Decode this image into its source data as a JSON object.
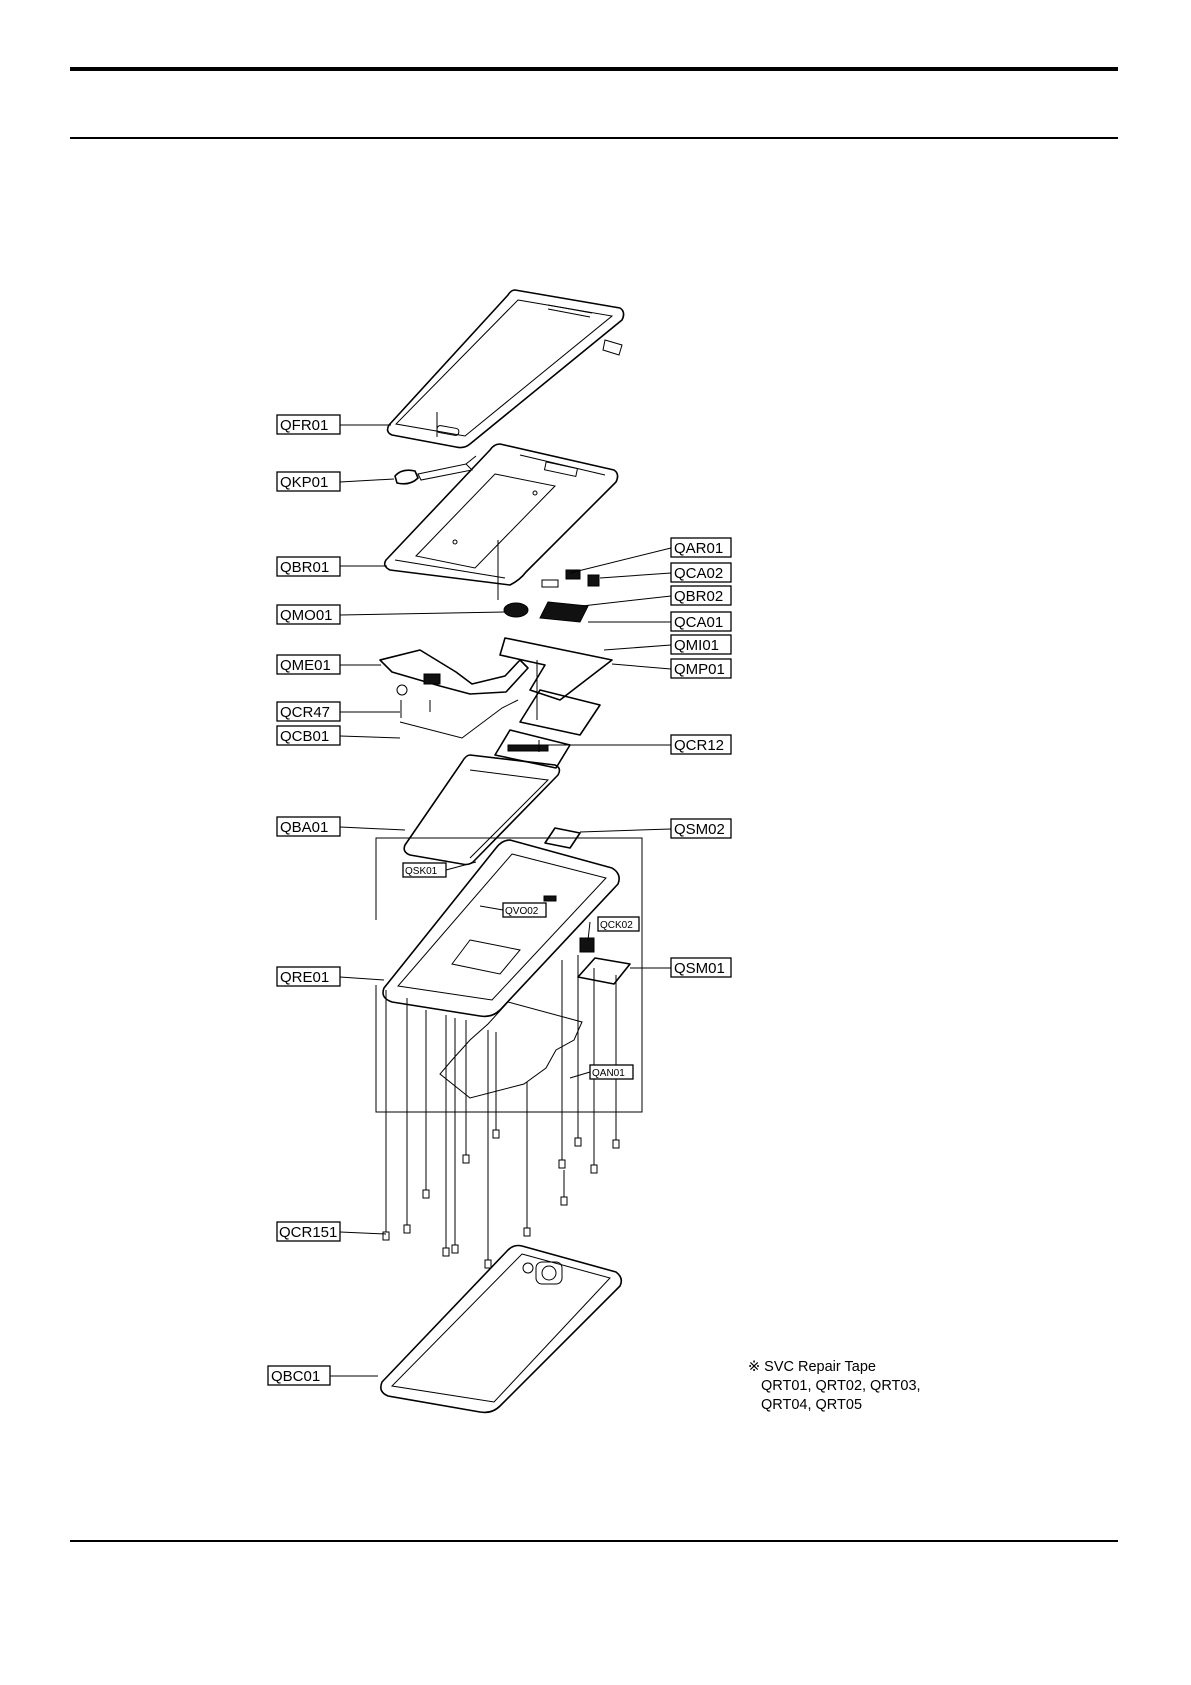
{
  "callouts": {
    "QFR01": "QFR01",
    "QKP01": "QKP01",
    "QBR01": "QBR01",
    "QMO01": "QMO01",
    "QME01": "QME01",
    "QCR47": "QCR47",
    "QCB01": "QCB01",
    "QBA01": "QBA01",
    "QRE01": "QRE01",
    "QCR151": "QCR151",
    "QBC01": "QBC01",
    "QAR01": "QAR01",
    "QCA02": "QCA02",
    "QBR02": "QBR02",
    "QCA01": "QCA01",
    "QMI01": "QMI01",
    "QMP01": "QMP01",
    "QCR12": "QCR12",
    "QSM02": "QSM02",
    "QSM01": "QSM01",
    "QSK01": "QSK01",
    "QVO02": "QVO02",
    "QCK02": "QCK02",
    "QAN01": "QAN01"
  },
  "note": {
    "line1": "※ SVC Repair Tape",
    "line2": "QRT01, QRT02, QRT03,",
    "line3": "QRT04, QRT05"
  }
}
